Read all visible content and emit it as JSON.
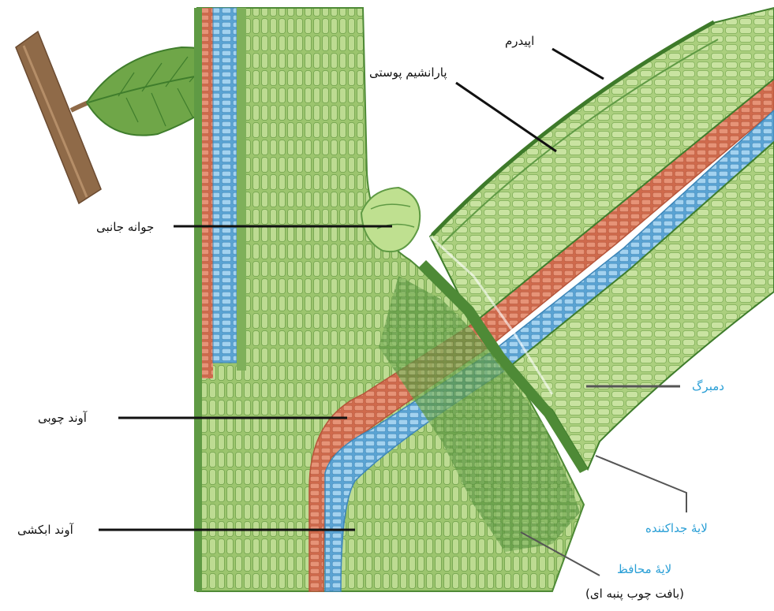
{
  "labels": {
    "epidermis": "اپیدرم",
    "cortex_parenchyma": "پارانشیم پوستی",
    "axillary_bud": "جوانه جانبی",
    "xylem": "آوند چوبی",
    "phloem": "آوند ابکشی",
    "petiole": "دمبرگ",
    "abscission_layer": "لایۀ جداکننده",
    "protective_layer": "لایۀ محافظ",
    "cork_tissue": "(بافت چوب پنبه ای)"
  },
  "colors": {
    "text_dark": "#111111",
    "text_blue": "#2a9fd6",
    "tissue_green": "#a9cc7a",
    "tissue_dark_green": "#5f9a44",
    "xylem": "#d7775a",
    "phloem": "#7cb9e0",
    "branch": "#8a6a4a"
  }
}
